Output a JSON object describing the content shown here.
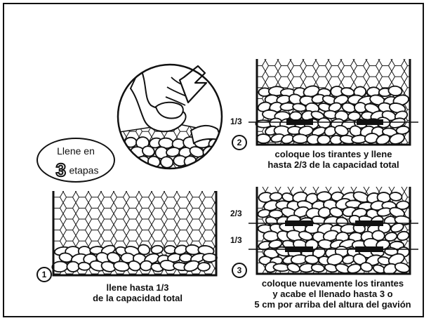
{
  "badge": {
    "line1": "Llene en",
    "number": "3",
    "line2": "etapas"
  },
  "step1": {
    "number": "1",
    "caption_line1": "llene hasta 1/3",
    "caption_line2": "de la capacidad total"
  },
  "step2": {
    "number": "2",
    "fraction": "1/3",
    "caption_line1": "coloque los tirantes y llene",
    "caption_line2": "hasta 2/3 de la capacidad total"
  },
  "step3": {
    "number": "3",
    "fraction_top": "2/3",
    "fraction_bottom": "1/3",
    "caption_line1": "coloque nuevamente los tirantes",
    "caption_line2": "y acabe el llenado hasta 3 o",
    "caption_line3": "5 cm por arriba del altura del gavión"
  },
  "colors": {
    "ink": "#111111",
    "paper": "#ffffff"
  },
  "icons": [
    "hands-placing-stones-icon",
    "down-arrow-icon",
    "gabion-mesh-icon",
    "stones-icon",
    "tie-bar-icon"
  ]
}
